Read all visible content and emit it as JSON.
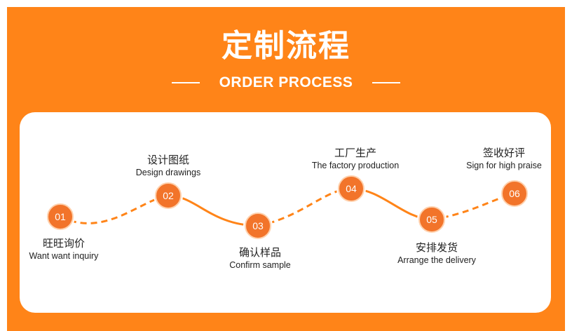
{
  "header": {
    "title": "定制流程",
    "subtitle": "ORDER PROCESS"
  },
  "colors": {
    "background": "#ff8418",
    "node": "#f2742a",
    "path": "#ff8418",
    "text": "#222222"
  },
  "steps": [
    {
      "number": "01",
      "cn": "旺旺询价",
      "en": "Want want inquiry"
    },
    {
      "number": "02",
      "cn": "设计图纸",
      "en": "Design drawings"
    },
    {
      "number": "03",
      "cn": "确认样品",
      "en": "Confirm sample"
    },
    {
      "number": "04",
      "cn": "工厂生产",
      "en": "The factory production"
    },
    {
      "number": "05",
      "cn": "安排发货",
      "en": "Arrange the delivery"
    },
    {
      "number": "06",
      "cn": "签收好评",
      "en": "Sign for high praise"
    }
  ]
}
